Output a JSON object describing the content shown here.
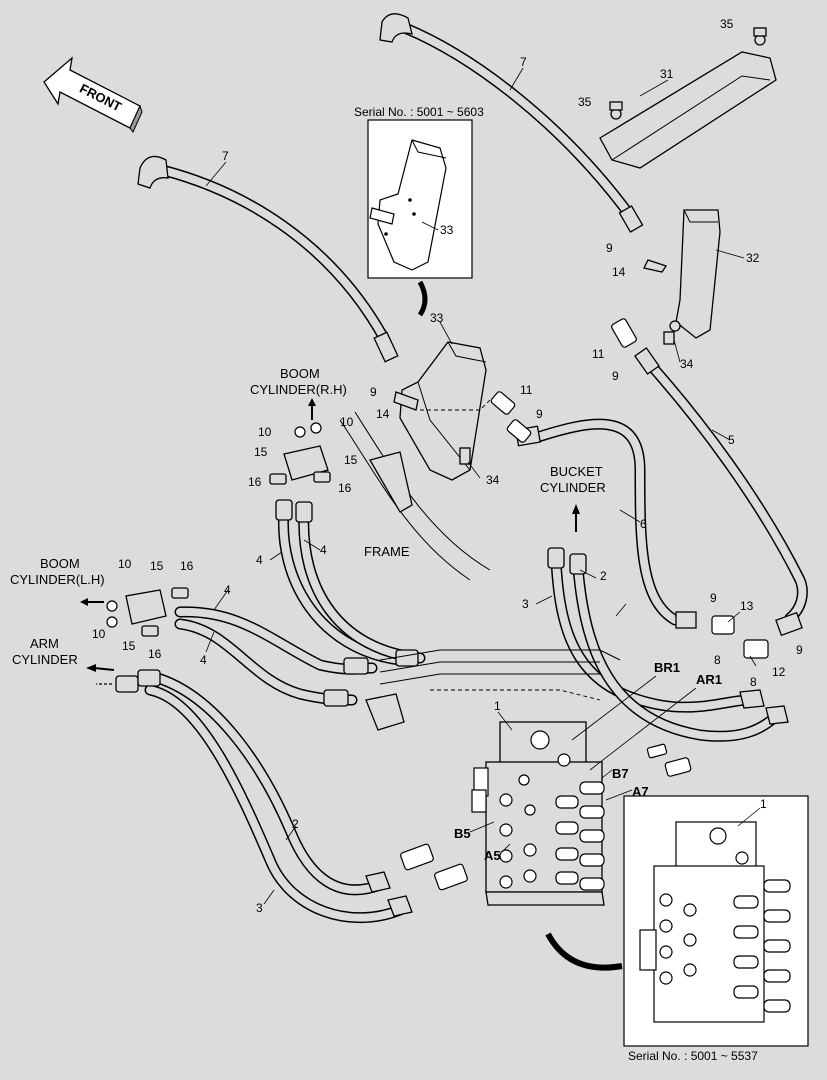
{
  "labels": {
    "front": "FRONT",
    "serial_top": "Serial No. : 5001 ~ 5603",
    "serial_bottom": "Serial No. : 5001 ~ 5537",
    "boom_rh_1": "BOOM",
    "boom_rh_2": "CYLINDER(R.H)",
    "boom_lh_1": "BOOM",
    "boom_lh_2": "CYLINDER(L.H)",
    "arm_1": "ARM",
    "arm_2": "CYLINDER",
    "bucket_1": "BUCKET",
    "bucket_2": "CYLINDER",
    "frame": "FRAME",
    "port_br1": "BR1",
    "port_ar1": "AR1",
    "port_b7": "B7",
    "port_a7": "A7",
    "port_b5": "B5",
    "port_a5": "A5"
  },
  "part_numbers": {
    "p1": "1",
    "p1b": "1",
    "p2a": "2",
    "p2b": "2",
    "p3a": "3",
    "p3b": "3",
    "p4a": "4",
    "p4b": "4",
    "p4c": "4",
    "p4d": "4",
    "p5": "5",
    "p6": "6",
    "p7a": "7",
    "p7b": "7",
    "p8a": "8",
    "p8b": "8",
    "p9a": "9",
    "p9b": "9",
    "p9c": "9",
    "p9d": "9",
    "p9e": "9",
    "p9f": "9",
    "p10a": "10",
    "p10b": "10",
    "p10c": "10",
    "p10d": "10",
    "p11a": "11",
    "p11b": "11",
    "p12": "12",
    "p13": "13",
    "p14a": "14",
    "p14b": "14",
    "p15a": "15",
    "p15b": "15",
    "p15c": "15",
    "p15d": "15",
    "p16a": "16",
    "p16b": "16",
    "p16c": "16",
    "p16d": "16",
    "p31": "31",
    "p32": "32",
    "p33a": "33",
    "p33b": "33",
    "p34a": "34",
    "p34b": "34",
    "p35a": "35",
    "p35b": "35"
  }
}
